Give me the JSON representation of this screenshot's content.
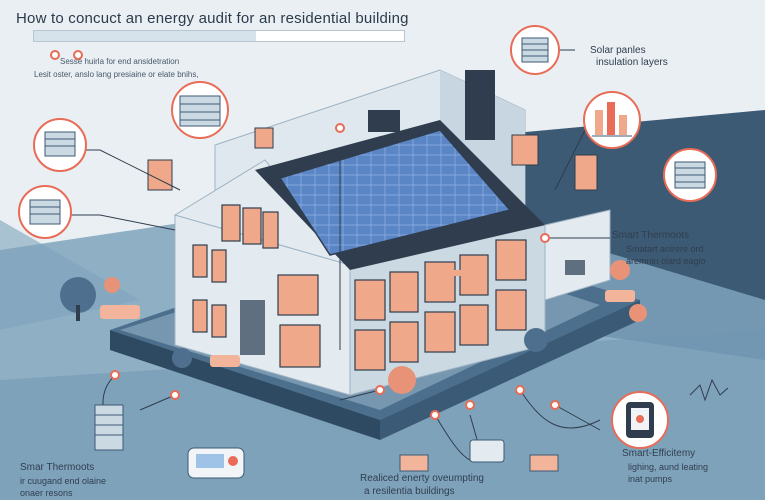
{
  "title": "How to concuct an energy audit for an residential building",
  "subtitle_lines": [
    "Sesse huirla for end ansidetration",
    "Lesit oster, anslo lang presiaine or elate bnihs,"
  ],
  "callouts": {
    "solar_line1": "Solar panles",
    "solar_line2": "insulation layers",
    "thermo_right_line1": "Smart Thermoots",
    "thermo_right_line2": "Smatart anirere ord",
    "thermo_right_line3": "aremnin olard eagio",
    "efficiency_line1": "Smart-Efficitemy",
    "efficiency_line2": "lighing, aund leating",
    "efficiency_line3": "inat pumps",
    "thermo_left_line1": "Smar Thermoots",
    "thermo_left_line2": "ir cuugand end olaine",
    "thermo_left_line3": "onaer resons",
    "bottom_line1": "Realiced enerty oveumpting",
    "bottom_line2": "a resilentia buildings"
  },
  "colors": {
    "background": "#e9eff2",
    "sky": "#dfe8ee",
    "dark_blue": "#3d5a74",
    "ground": "#7fa3bd",
    "wall": "#d8e3ea",
    "roof": "#2f3d4e",
    "solar": "#5b86c6",
    "window": "#f0a88a",
    "accent": "#e86c57"
  },
  "icons": [
    "solar-stack-icon",
    "bar-chart-icon",
    "insulation-stack-icon",
    "thermostat-icon",
    "lamp-icon",
    "meter-device-icon"
  ]
}
